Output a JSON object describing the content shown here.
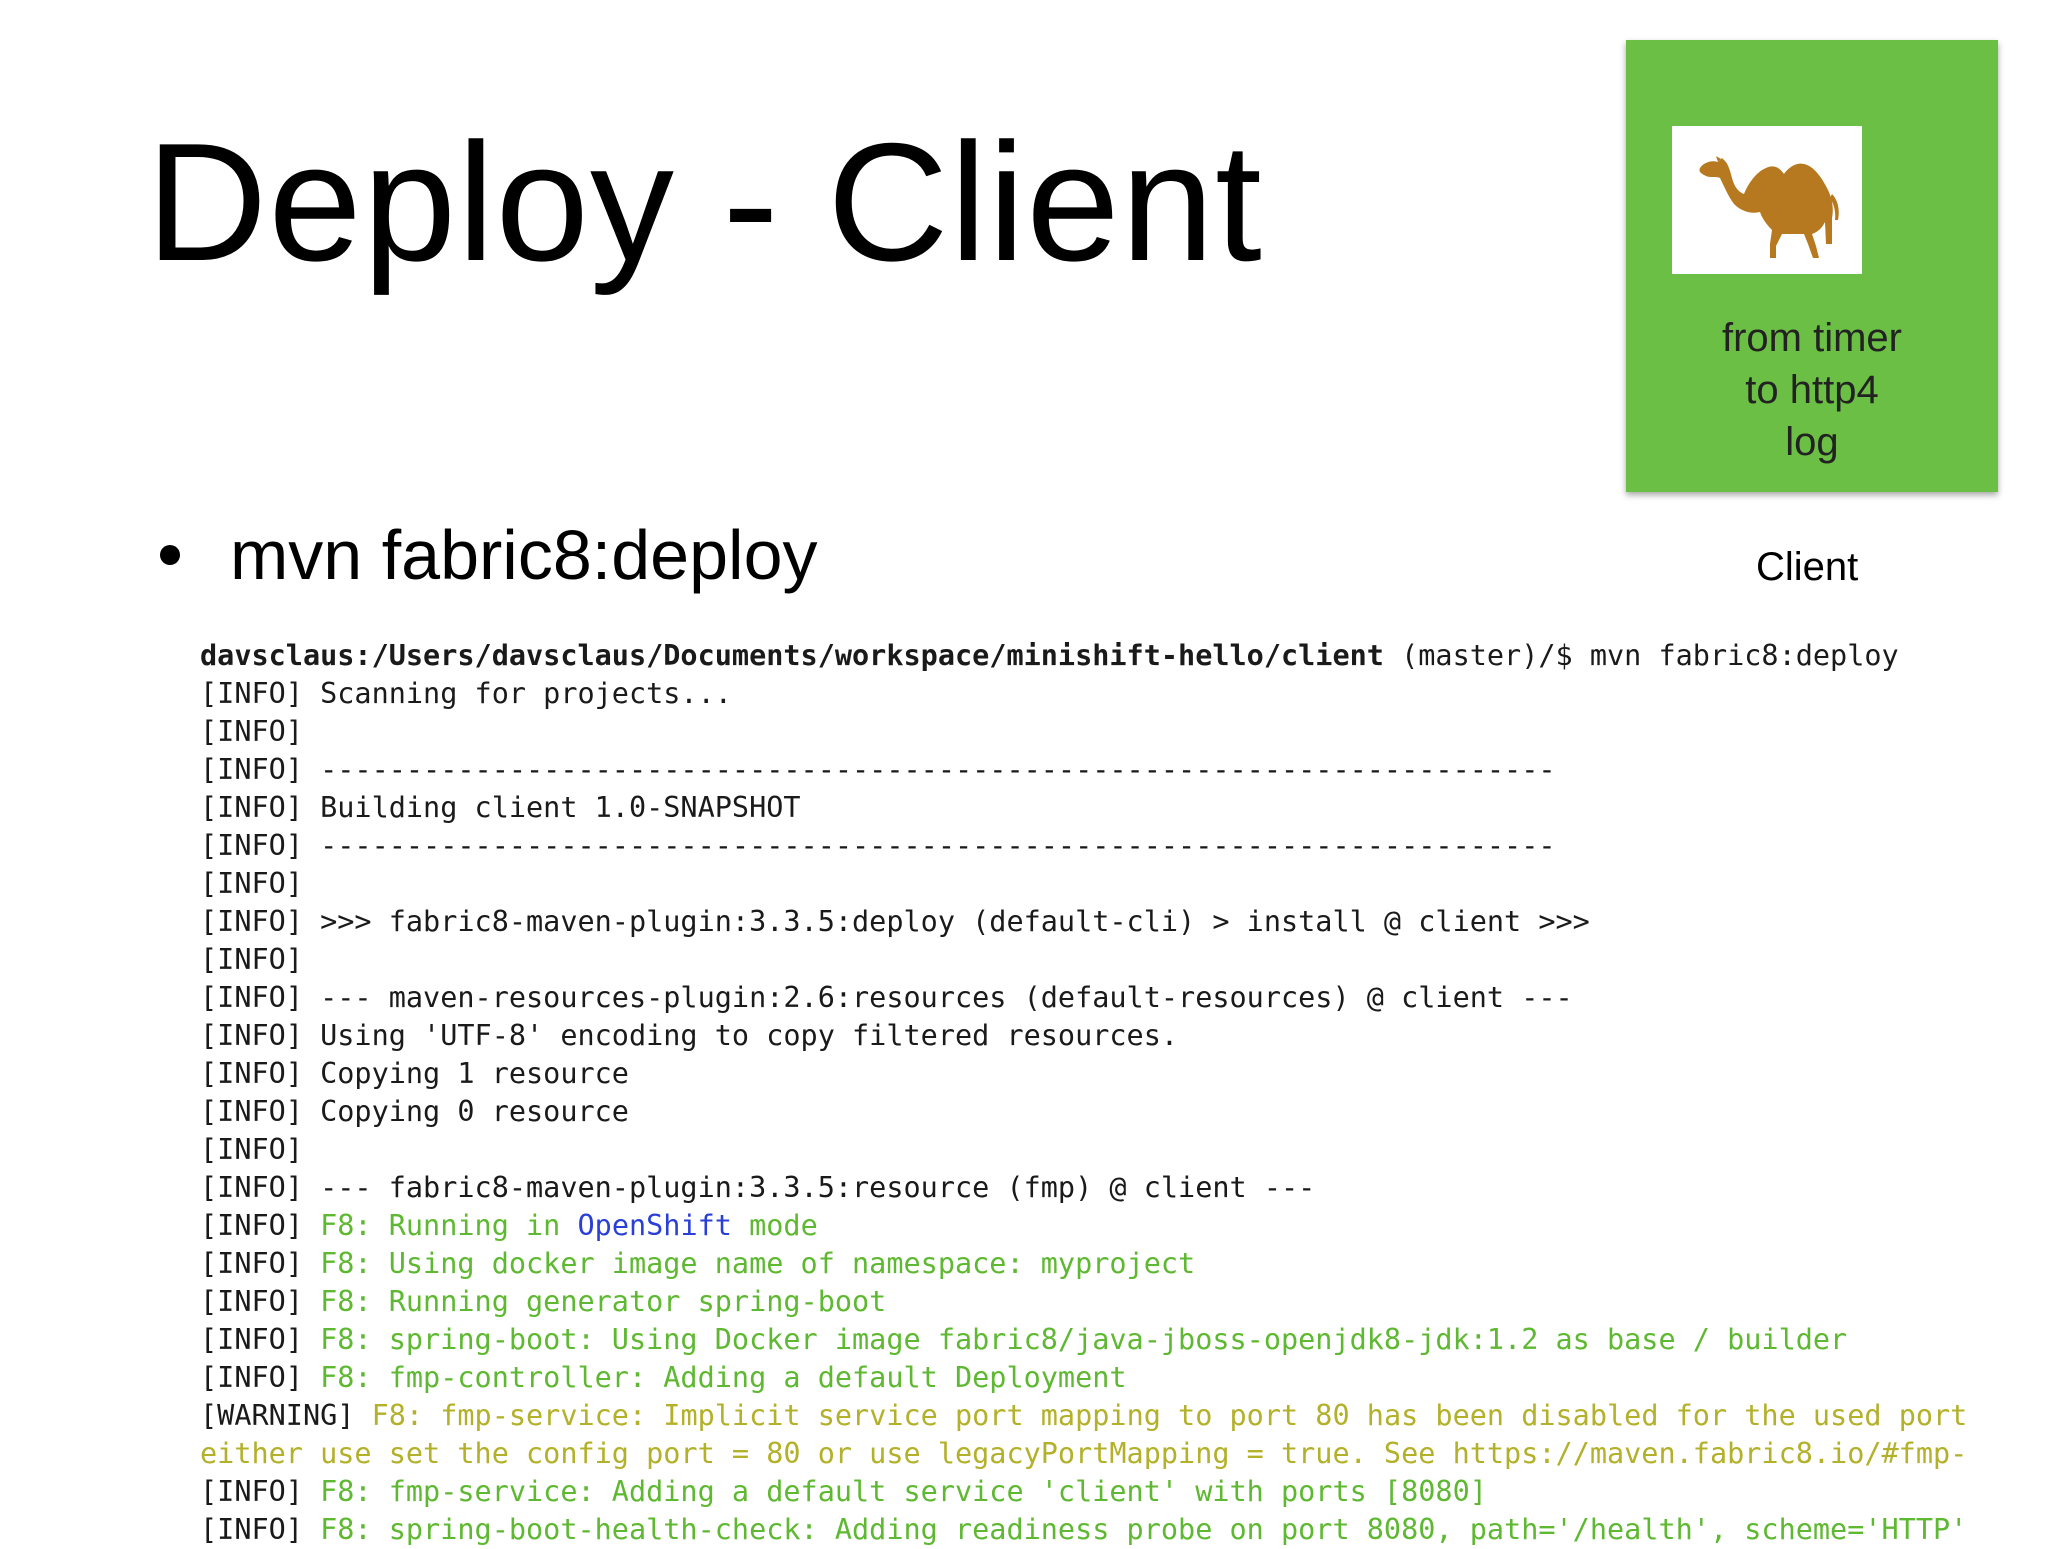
{
  "slide": {
    "title": "Deploy - Client",
    "bullet": "mvn fabric8:deploy"
  },
  "badge": {
    "caption_line1": "from timer",
    "caption_line2": "to http4",
    "caption_line3": "log",
    "logo_icon": "camel-icon",
    "background_color": "#6bbf44",
    "logo_color": "#b7791f"
  },
  "client_label": "Client",
  "terminal": {
    "prompt_path": "davsclaus:/Users/davsclaus/Documents/workspace/minishift-hello/client",
    "prompt_rest": " (master)/$ mvn fabric8:deploy",
    "lines": [
      "[INFO] Scanning for projects...",
      "[INFO]",
      "[INFO] ------------------------------------------------------------------------",
      "[INFO] Building client 1.0-SNAPSHOT",
      "[INFO] ------------------------------------------------------------------------",
      "[INFO]",
      "[INFO] >>> fabric8-maven-plugin:3.3.5:deploy (default-cli) > install @ client >>>",
      "[INFO]",
      "[INFO] --- maven-resources-plugin:2.6:resources (default-resources) @ client ---",
      "[INFO] Using 'UTF-8' encoding to copy filtered resources.",
      "[INFO] Copying 1 resource",
      "[INFO] Copying 0 resource",
      "[INFO]",
      "[INFO] --- fabric8-maven-plugin:3.3.5:resource (fmp) @ client ---"
    ],
    "f8_prefix": "[INFO] ",
    "f8_running_a": "F8: Running in ",
    "f8_running_b": "OpenShift",
    "f8_running_c": " mode",
    "f8_lines": [
      "F8: Using docker image name of namespace: myproject",
      "F8: Running generator spring-boot",
      "F8: spring-boot: Using Docker image fabric8/java-jboss-openjdk8-jdk:1.2 as base / builder",
      "F8: fmp-controller: Adding a default Deployment"
    ],
    "warning_prefix": "[WARNING] ",
    "warning_text": "F8: fmp-service: Implicit service port mapping to port 80 has been disabled for the used port",
    "warning_cont": "either use set the config port = 80 or use legacyPortMapping = true. See https://maven.fabric8.io/#fmp-",
    "f8_service": "F8: fmp-service: Adding a default service 'client' with ports [8080]",
    "f8_health": "F8: spring-boot-health-check: Adding readiness probe on port 8080, path='/health', scheme='HTTP'"
  }
}
